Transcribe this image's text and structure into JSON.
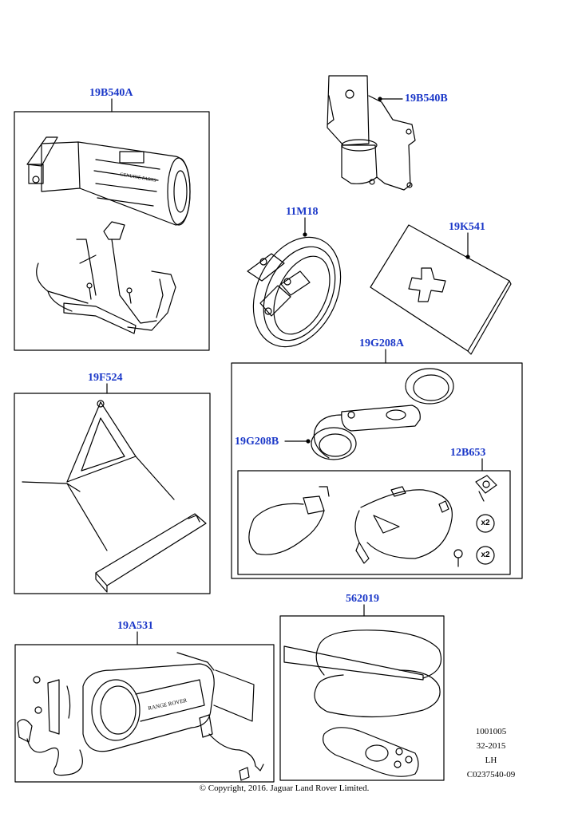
{
  "callouts": {
    "c19B540A": "19B540A",
    "c19B540B": "19B540B",
    "c11M18": "11M18",
    "c19K541": "19K541",
    "c19G208A": "19G208A",
    "c19F524": "19F524",
    "c19G208B": "19G208B",
    "c12B653": "12B653",
    "c562019": "562019",
    "c19A531": "19A531"
  },
  "quantities": {
    "clip_qty": "x2",
    "screw_qty": "x2"
  },
  "product_text": {
    "torch_brand": "RANGE ROVER",
    "extinguisher_label": "GENUINE PARTS"
  },
  "meta": {
    "line1": "1001005",
    "line2": "32-2015",
    "line3": "LH",
    "line4": "C0237540-09"
  },
  "copyright": "© Copyright, 2016. Jaguar Land Rover Limited.",
  "colors": {
    "callout": "#1a37c8",
    "line": "#000000",
    "background": "#ffffff"
  }
}
